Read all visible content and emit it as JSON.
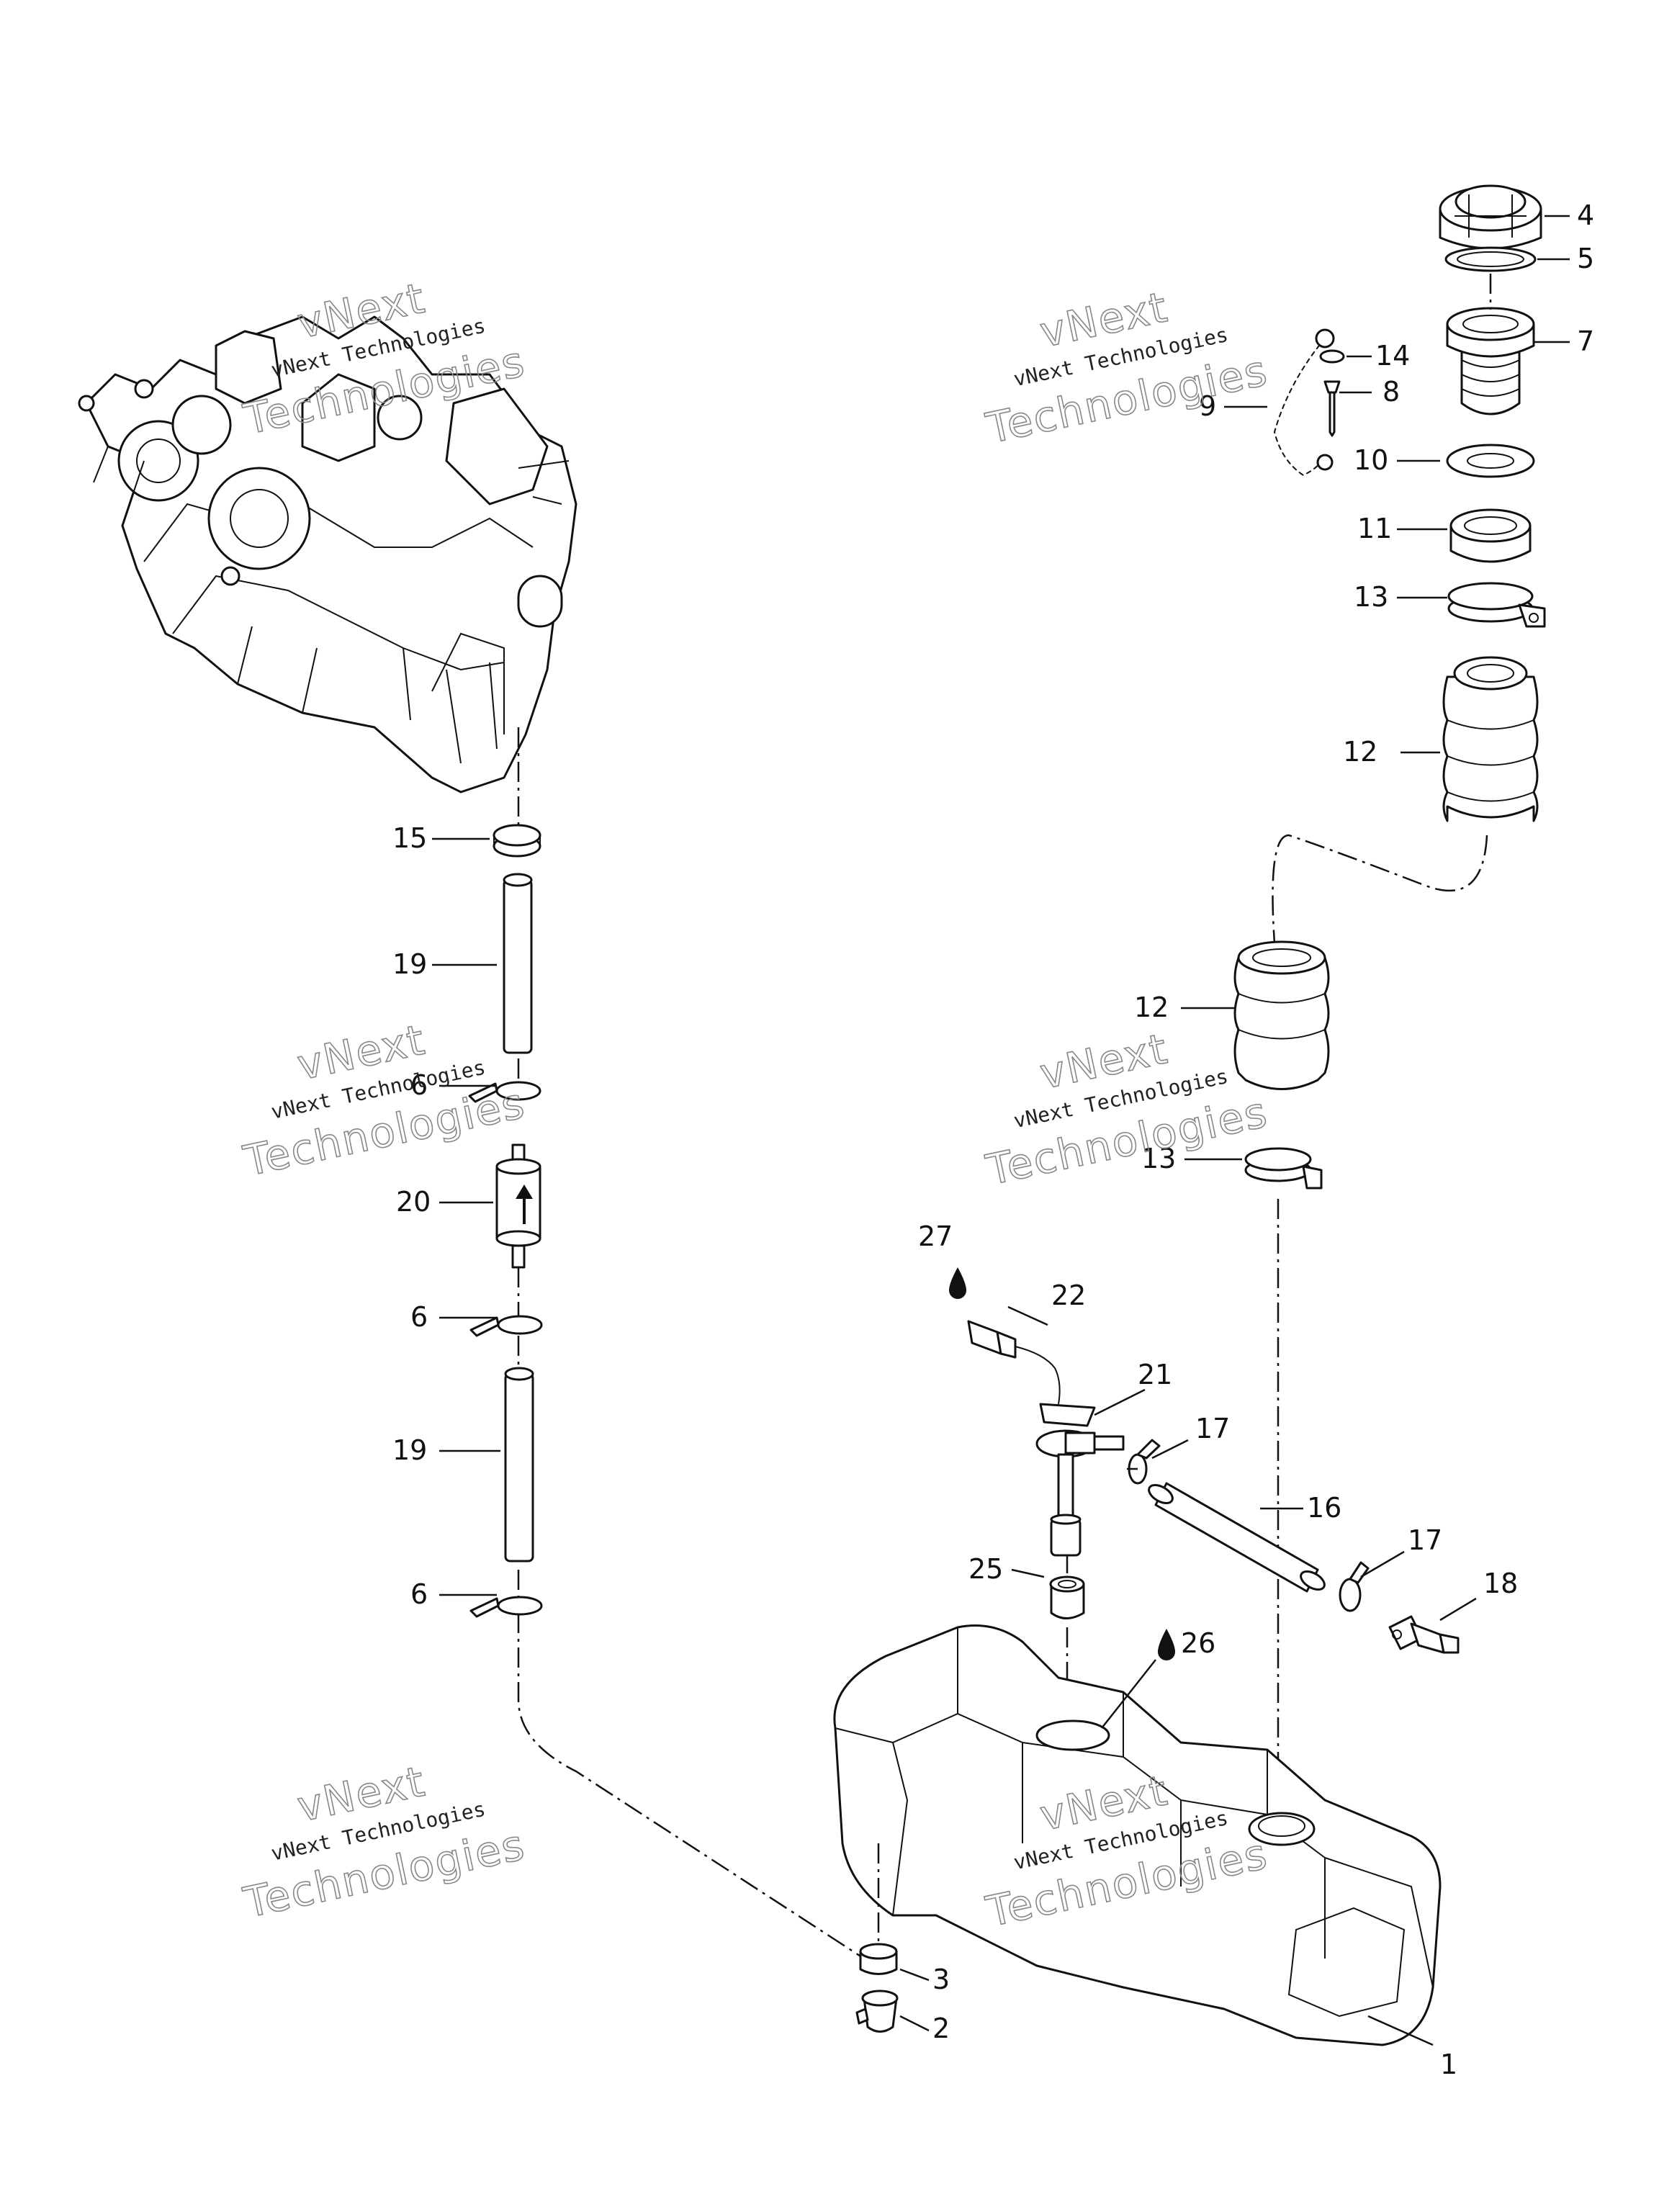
{
  "callouts": {
    "c1": "1",
    "c2": "2",
    "c3": "3",
    "c4": "4",
    "c5": "5",
    "c6a": "6",
    "c6b": "6",
    "c6c": "6",
    "c7": "7",
    "c8": "8",
    "c9": "9",
    "c10": "10",
    "c11": "11",
    "c12a": "12",
    "c12b": "12",
    "c13a": "13",
    "c13b": "13",
    "c14": "14",
    "c15": "15",
    "c16": "16",
    "c17a": "17",
    "c17b": "17",
    "c18": "18",
    "c19a": "19",
    "c19b": "19",
    "c20": "20",
    "c21": "21",
    "c22": "22",
    "c25": "25",
    "c26": "26",
    "c27": "27"
  },
  "watermark": {
    "line1": "vNext",
    "line2": "vNext Technologies",
    "line3": "Technologies"
  },
  "icons": {
    "drop": "oil-drop-icon",
    "arrow": "flow-arrow-icon"
  }
}
